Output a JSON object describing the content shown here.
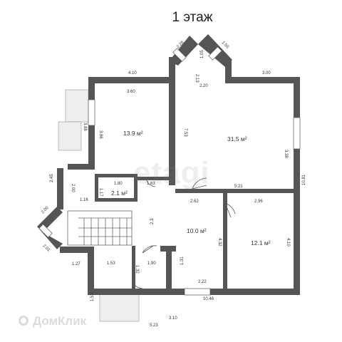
{
  "title": "1 этаж",
  "watermark": "etagi",
  "brand": "ДомКлик",
  "areas": [
    {
      "id": "room-1",
      "label": "13.9 м²"
    },
    {
      "id": "room-2",
      "label": "31.5 м²"
    },
    {
      "id": "room-3",
      "label": "2.1 м²"
    },
    {
      "id": "room-4",
      "label": "10.0 м²"
    },
    {
      "id": "room-5",
      "label": "12.1 м²"
    }
  ],
  "dimensions": [
    "4.10",
    "3.60",
    "3.86",
    "3.88",
    "2.45",
    "2.00",
    "1.16",
    "1.80",
    "1.17",
    "1.63",
    "2.00",
    "2.01",
    "1.27",
    "1.53",
    "1.32",
    "1.90",
    "1.31",
    "2.22",
    "2.62",
    "2.3",
    "4.32",
    "2.96",
    "4.10",
    "5.21",
    "3.38",
    "10.81",
    "7.53",
    "2.13",
    "2.20",
    "2.28",
    "1.05",
    "1.55",
    "3.00",
    "1.53",
    "3.10",
    "5.23",
    "10.46"
  ],
  "colors": {
    "wall": "#555555",
    "grid": "#dddddd",
    "balcony": "#eeeeee",
    "window": "#ffffff"
  }
}
